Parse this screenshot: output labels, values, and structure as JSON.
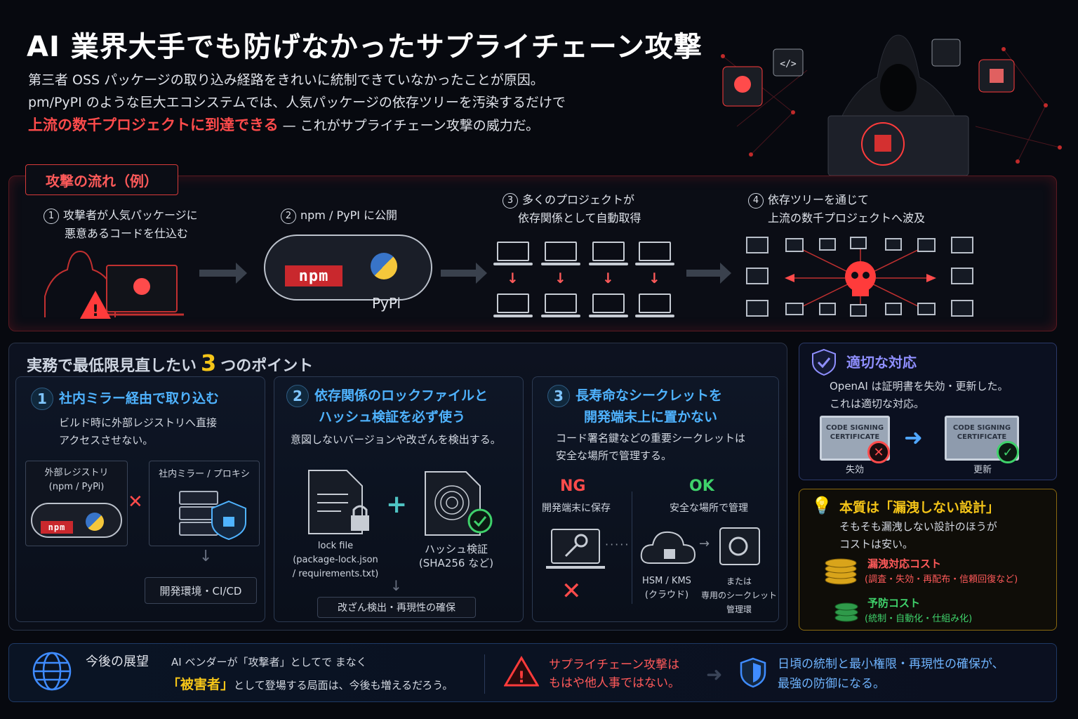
{
  "header": {
    "title": "AI 業界大手でも防げなかったサプライチェーン攻撃",
    "line1": "第三者 OSS パッケージの取り込み経路をきれいに統制できていなかったことが原因。",
    "line2": "pm/PyPI のような巨大エコシステムでは、人気パッケージの依存ツリーを汚染するだけで",
    "line3_red": "上流の数千プロジェクトに到達できる",
    "line3_rest": " — これがサプライチェーン攻撃の威力だ。"
  },
  "flow": {
    "tag": "攻撃の流れ（例）",
    "steps": [
      {
        "num": "1",
        "line1": "攻撃者が人気パッケージに",
        "line2": "悪意あるコードを仕込む"
      },
      {
        "num": "2",
        "line1": "npm / PyPI に公開",
        "line2": ""
      },
      {
        "num": "3",
        "line1": "多くのプロジェクトが",
        "line2": "依存関係として自動取得"
      },
      {
        "num": "4",
        "line1": "依存ツリーを通じて",
        "line2": "上流の数千プロジェクトへ波及"
      }
    ],
    "npm_label": "npm",
    "pypi_label": "PyPi"
  },
  "points": {
    "title_pre": "実務で最低限見直したい",
    "title_num": "3",
    "title_post": "つのポイント",
    "cards": [
      {
        "num": "1",
        "title1": "社内ミラー経由で取り込む",
        "title2": "",
        "desc1": "ビルド時に外部レジストリへ直接",
        "desc2": "アクセスさせない。",
        "ext_label1": "外部レジストリ",
        "ext_label2": "(npm / PyPi)",
        "mirror_label": "社内ミラー / プロキシ",
        "env_label": "開発環境・CI/CD",
        "npm": "npm"
      },
      {
        "num": "2",
        "title1": "依存関係のロックファイルと",
        "title2": "ハッシュ検証を必ず使う",
        "desc1": "意図しないバージョンや改ざんを検出する。",
        "lock1": "lock file",
        "lock2": "(package-lock.json",
        "lock3": "/ requirements.txt)",
        "hash1": "ハッシュ検証",
        "hash2": "(SHA256 など)",
        "result": "改ざん検出・再現性の確保"
      },
      {
        "num": "3",
        "title1": "長寿命なシークレットを",
        "title2": "開発端末上に置かない",
        "desc1": "コード署名鍵などの重要シークレットは",
        "desc2": "安全な場所で管理する。",
        "ng": "NG",
        "ng_label": "開発端末に保存",
        "ok": "OK",
        "ok_label": "安全な場所で管理",
        "hsm1": "HSM / KMS",
        "hsm2": "(クラウド)",
        "or1": "または",
        "or2": "専用のシークレット",
        "or3": "管理環"
      }
    ]
  },
  "response": {
    "title": "適切な対応",
    "desc1": "OpenAI は証明書を失効・更新した。",
    "desc2": "これは適切な対応。",
    "cert1": "CODE SIGNING",
    "cert2": "CERTIFICATE",
    "revoked": "失効",
    "renewed": "更新"
  },
  "essence": {
    "title": "本質は「漏洩しない設計」",
    "desc1": "そもそも漏洩しない設計のほうが",
    "desc2": "コストは安い。",
    "cost1_title": "漏洩対応コスト",
    "cost1_detail": "(調査・失効・再配布・信頼回復など)",
    "cost2_title": "予防コスト",
    "cost2_detail": "(統制・自動化・仕組み化)"
  },
  "footer": {
    "outlook": "今後の展望",
    "text1": "AI ベンダーが「攻撃者」としてで まなく",
    "victim": "「被害者」",
    "text2": "として登場する局面は、今後も増えるだろう。",
    "warn1": "サプライチェーン攻撃は",
    "warn2": "もはや他人事ではない。",
    "defense1": "日頃の統制と最小権限・再現性の確保が、",
    "defense2": "最強の防御になる。"
  },
  "colors": {
    "accent_red": "#ff4b4b",
    "accent_blue": "#4fb3ff",
    "accent_yellow": "#f5c518",
    "accent_green": "#3fd26b"
  }
}
